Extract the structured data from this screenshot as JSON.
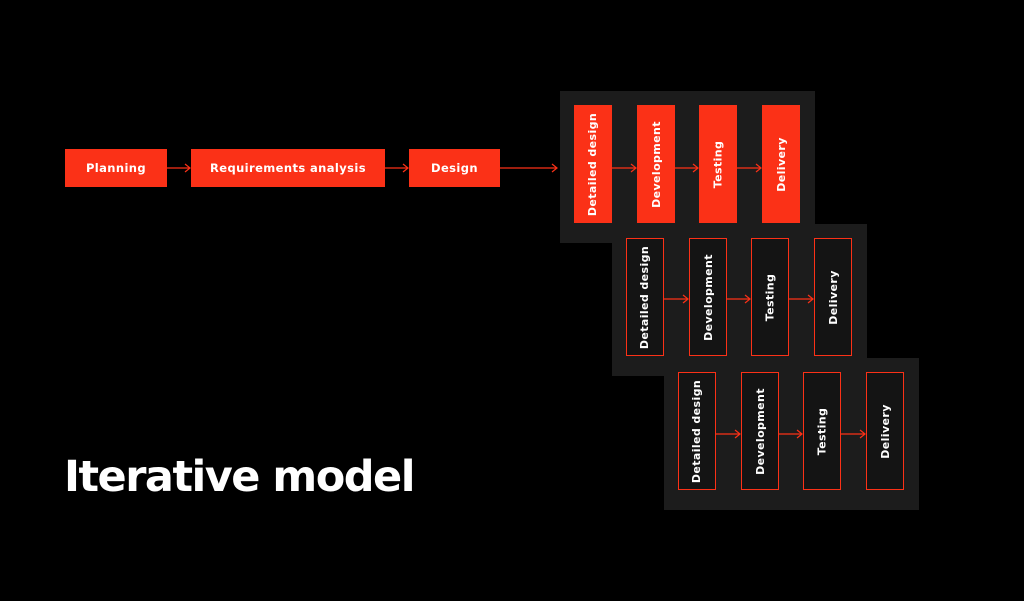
{
  "title": "Iterative model",
  "accent_color": "#fb3117",
  "panel_color": "#1c1c1c",
  "linear_stages": [
    "Planning",
    "Requirements analysis",
    "Design"
  ],
  "iterations": [
    {
      "stages": [
        "Detailed design",
        "Development",
        "Testing",
        "Delivery"
      ],
      "style": "filled"
    },
    {
      "stages": [
        "Detailed design",
        "Development",
        "Testing",
        "Delivery"
      ],
      "style": "outlined"
    },
    {
      "stages": [
        "Detailed design",
        "Development",
        "Testing",
        "Delivery"
      ],
      "style": "outlined"
    }
  ]
}
